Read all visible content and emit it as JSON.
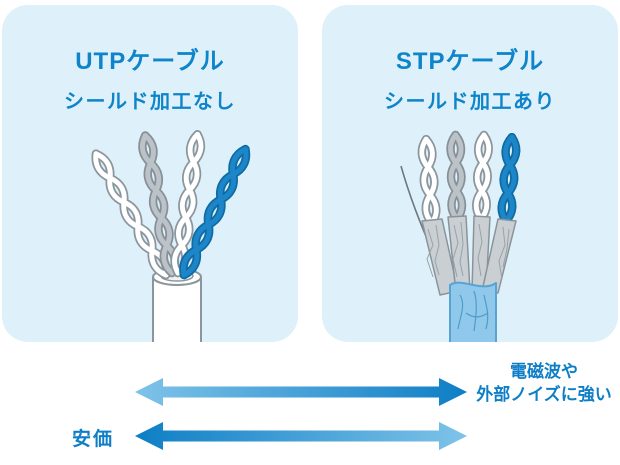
{
  "diagram": {
    "panels": [
      {
        "title": "UTPケーブル",
        "subtitle": "シールド加工なし",
        "illustration": "utp-cable"
      },
      {
        "title": "STPケーブル",
        "subtitle": "シールド加工あり",
        "illustration": "stp-cable"
      }
    ],
    "axes": [
      {
        "label_line1": "電磁波や",
        "label_line2": "外部ノイズに強い",
        "label_side": "right"
      },
      {
        "label": "安価",
        "label_side": "left"
      }
    ]
  },
  "colors": {
    "panel_bg": "#def1fa",
    "heading_blue": "#0e84ca",
    "label_blue": "#0e7fc6",
    "arrow_dark": "#0d7ec5",
    "arrow_light": "#7fc3e9",
    "pair_blue": "#1d86c8",
    "pair_gray": "#bcc3c8",
    "strand_white": "#ffffff",
    "outline_gray": "#8b959c",
    "stp_jacket_blue": "#8fc8eb",
    "foil_gray": "#c9cfd3"
  }
}
